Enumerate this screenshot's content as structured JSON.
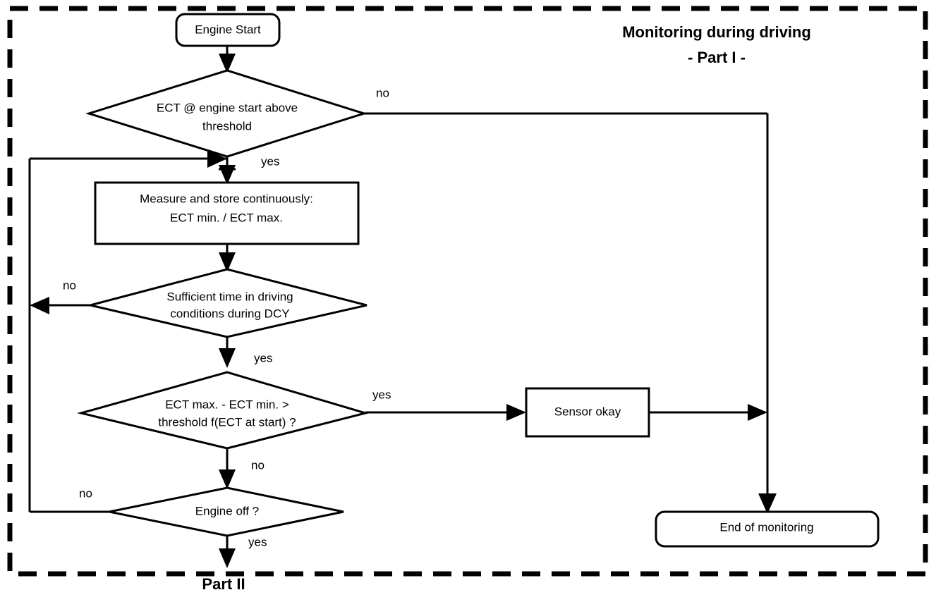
{
  "diagram": {
    "title_line1": "Monitoring during driving",
    "title_line2": "- Part I -",
    "footer_label": "Part II",
    "frame": {
      "style": "dashed",
      "color": "#000000"
    },
    "nodes": [
      {
        "id": "engine-start",
        "shape": "rounded-rect",
        "text": "Engine Start",
        "lines": [
          "Engine Start"
        ]
      },
      {
        "id": "ect-at-start-decision",
        "shape": "diamond",
        "text": "ECT @ engine start above threshold",
        "lines": [
          "ECT @ engine start above",
          "threshold"
        ]
      },
      {
        "id": "measure-store-process",
        "shape": "rect",
        "text": "Measure and store continuously: ECT min. / ECT max.",
        "lines": [
          "Measure and store continuously:",
          "ECT min. / ECT max."
        ]
      },
      {
        "id": "sufficient-time-decision",
        "shape": "diamond",
        "text": "Sufficient time in driving conditions during DCY",
        "lines": [
          "Sufficient time in driving",
          "conditions during DCY"
        ]
      },
      {
        "id": "threshold-compare-decision",
        "shape": "diamond",
        "text": "ECT max. - ECT min. > threshold f(ECT at start) ?",
        "lines": [
          "ECT max. - ECT min. >",
          "threshold f(ECT at start) ?"
        ]
      },
      {
        "id": "engine-off-decision",
        "shape": "diamond",
        "text": "Engine off ?",
        "lines": [
          "Engine off ?"
        ]
      },
      {
        "id": "sensor-okay",
        "shape": "rect",
        "text": "Sensor okay",
        "lines": [
          "Sensor okay"
        ]
      },
      {
        "id": "end-of-monitoring",
        "shape": "rounded-rect",
        "text": "End of monitoring",
        "lines": [
          "End of monitoring"
        ]
      }
    ],
    "edge_labels": [
      {
        "id": "ect-start-no",
        "text": "no",
        "from": "ect-at-start-decision",
        "branch": "no"
      },
      {
        "id": "ect-start-yes",
        "text": "yes",
        "from": "ect-at-start-decision",
        "branch": "yes"
      },
      {
        "id": "sufficient-time-no",
        "text": "no",
        "from": "sufficient-time-decision",
        "branch": "no"
      },
      {
        "id": "sufficient-time-yes",
        "text": "yes",
        "from": "sufficient-time-decision",
        "branch": "yes"
      },
      {
        "id": "threshold-yes",
        "text": "yes",
        "from": "threshold-compare-decision",
        "branch": "yes"
      },
      {
        "id": "threshold-no",
        "text": "no",
        "from": "threshold-compare-decision",
        "branch": "no"
      },
      {
        "id": "engine-off-no",
        "text": "no",
        "from": "engine-off-decision",
        "branch": "no"
      },
      {
        "id": "engine-off-yes",
        "text": "yes",
        "from": "engine-off-decision",
        "branch": "yes"
      }
    ]
  }
}
